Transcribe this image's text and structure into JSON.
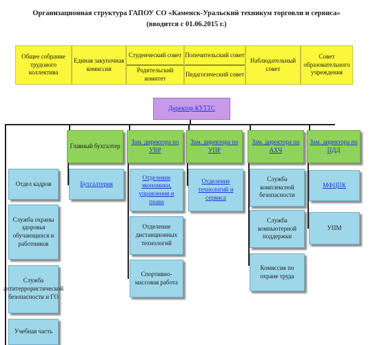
{
  "title": {
    "line1": "Организационная структура ГАПОУ СО «Каменск-Уральский техникум торговли и сервиса»",
    "line2": "(вводится с 01.06.2015 г.)"
  },
  "top_boxes": [
    {
      "label": "Общее собрание трудового коллектива"
    },
    {
      "label": "Единая закупочная комиссия"
    },
    {
      "label_top": "Студенческий совет",
      "label_bottom": "Родительский комитет"
    },
    {
      "label_top": "Попечительский совет",
      "label_bottom": "Педагогический совет"
    },
    {
      "label": "Наблюдательный совет"
    },
    {
      "label": "Совет образовательного учреждения"
    }
  ],
  "director": "Директор КУТТС",
  "deputies": [
    {
      "label": "Главный бухгалтер"
    },
    {
      "label": "Зам. директора по УВР"
    },
    {
      "label": "Зам. директора по УПР"
    },
    {
      "label": "Зам. директора по АХЧ"
    },
    {
      "label": "Зам. директора по ПДД"
    }
  ],
  "left_column": [
    "Отдел кадров",
    "Служба охраны здоровья обучающихся и работников",
    "Служба антитеррористической безопасности и ГО",
    "Учебная часть"
  ],
  "accounting": [
    "Бухгалтерия"
  ],
  "uvr": [
    "Отделение экономики, управления и права",
    "Отделение дистанционных технологий",
    "Спортивно-массовая работа"
  ],
  "upr": [
    "Отделение технологий и сервиса"
  ],
  "ahch": [
    "Служба комплексной безопасности",
    "Служба компьютерной поддержки",
    "Комиссия по охране труда"
  ],
  "pdd": [
    "МФЦПК",
    "УПМ"
  ],
  "colors": {
    "yellow": "#fbf73a",
    "purple": "#c79ae8",
    "green": "#8fd35a",
    "blue": "#9fd7ea",
    "link": "#1d2fd6"
  }
}
